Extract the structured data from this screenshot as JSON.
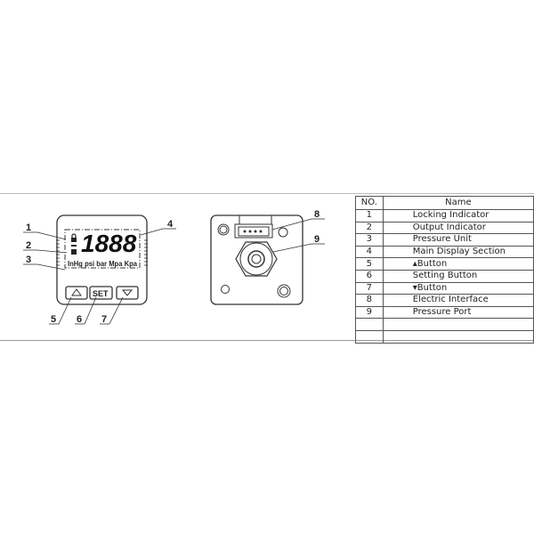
{
  "front_view": {
    "display_digits": "1888",
    "units": "InHg psi bar Mpa Kpa",
    "buttons": {
      "up": "△",
      "set": "SET",
      "down": "▽"
    },
    "callouts": [
      "1",
      "2",
      "3",
      "4",
      "5",
      "6",
      "7"
    ]
  },
  "back_view": {
    "callouts": [
      "8",
      "9"
    ]
  },
  "table": {
    "headers": {
      "no": "NO.",
      "name": "Name"
    },
    "rows": [
      {
        "no": "1",
        "name": "Locking Indicator"
      },
      {
        "no": "2",
        "name": "Output Indicator"
      },
      {
        "no": "3",
        "name": "Pressure Unit"
      },
      {
        "no": "4",
        "name": "Main Display Section"
      },
      {
        "no": "5",
        "name": "▴Button"
      },
      {
        "no": "6",
        "name": "Setting Button"
      },
      {
        "no": "7",
        "name": "▾Button"
      },
      {
        "no": "8",
        "name": "Electric Interface"
      },
      {
        "no": "9",
        "name": "Pressure Port"
      },
      {
        "no": "",
        "name": ""
      },
      {
        "no": "",
        "name": ""
      }
    ]
  }
}
